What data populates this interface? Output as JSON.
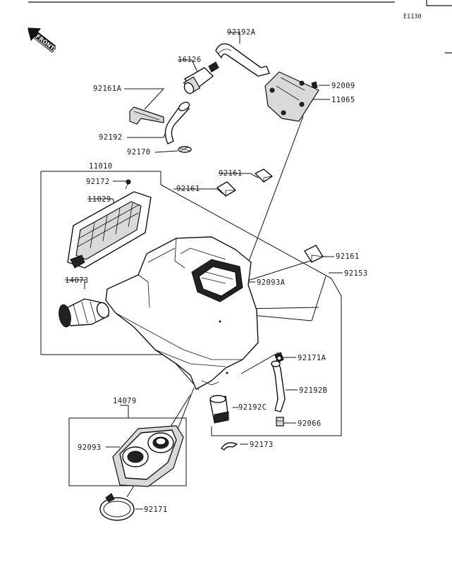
{
  "header": {
    "ref_code": "E1130"
  },
  "front_badge": {
    "text": "FRONT"
  },
  "labels": {
    "p92192A": "92192A",
    "p16126": "16126",
    "p92161A": "92161A",
    "p92009": "92009",
    "p11065": "11065",
    "p92192": "92192",
    "p92170": "92170",
    "p11010": "11010",
    "p92161_top": "92161",
    "p92172": "92172",
    "p92161_mid": "92161",
    "p11029": "11029",
    "p92161_right": "92161",
    "p92153": "92153",
    "p92093A": "92093A",
    "p14073": "14073",
    "p92171A": "92171A",
    "p92192B": "92192B",
    "p14079": "14079",
    "p92192C": "92192C",
    "p92066": "92066",
    "p92093": "92093",
    "p92173": "92173",
    "p92171": "92171"
  }
}
